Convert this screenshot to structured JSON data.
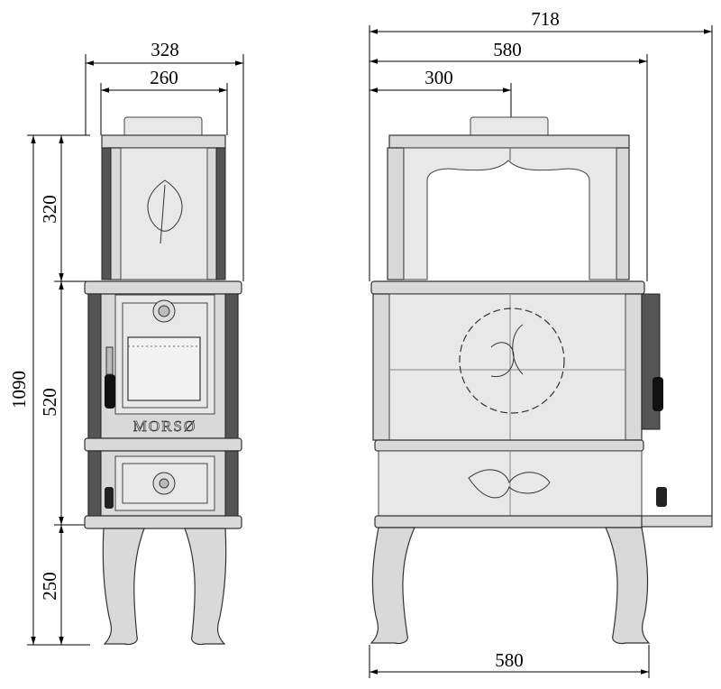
{
  "brand": "MORSØ",
  "front_view": {
    "width_outer": "328",
    "width_flue": "260",
    "height_total": "1090",
    "height_top": "320",
    "height_body": "520",
    "height_legs": "250"
  },
  "side_view": {
    "depth_total": "718",
    "depth_body": "580",
    "flue_offset": "300",
    "leg_span": "580"
  },
  "colors": {
    "line": "#000000",
    "metal": "#d9d9d9",
    "shadow": "#555555"
  }
}
